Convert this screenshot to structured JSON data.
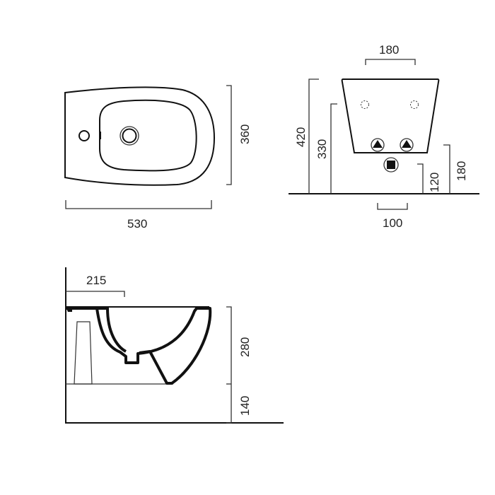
{
  "top_view": {
    "width_label": "530",
    "depth_label": "360"
  },
  "front_view": {
    "height_total_label": "420",
    "height_inlet_label": "330",
    "fixing_spacing_label": "180",
    "waste_spacing_label": "100",
    "waste_height_label": "120",
    "supply_height_label": "180"
  },
  "side_view": {
    "tap_hole_distance_label": "215",
    "bowl_height_label": "280",
    "floor_clearance_label": "140"
  },
  "colors": {
    "line": "#111111",
    "background": "#ffffff"
  }
}
